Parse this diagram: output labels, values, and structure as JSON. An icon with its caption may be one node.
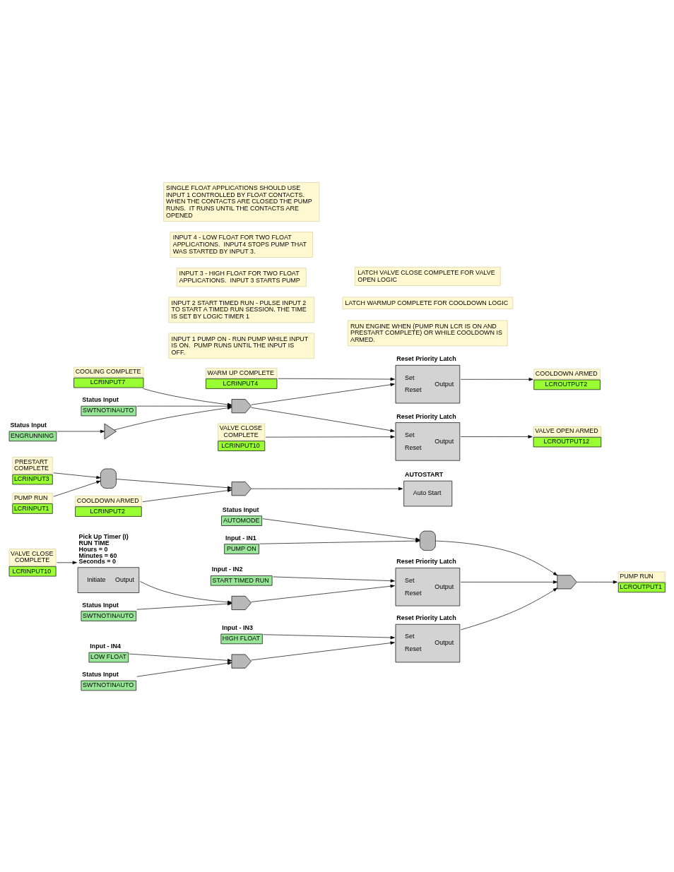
{
  "diagram": {
    "nodes": [
      {
        "text": [
          "Status Input",
          "AUTOMODE"
        ]
      },
      {
        "text": [
          "Input - IN1",
          "PUMP ON"
        ]
      },
      {
        "text": [],
        "shape": "and"
      },
      {
        "text": [
          "Pick Up Timer (I)",
          "RUN TIME",
          "Hours = 0",
          "Minutes = 60",
          "Seconds = 0",
          "Initiate",
          "Output"
        ]
      },
      {
        "text": [
          "VALVE CLOSE COMPLETE",
          "LCRINPUT10"
        ]
      },
      {
        "text": [
          "Input - IN2",
          "START TIMED RUN"
        ]
      },
      {
        "text": [
          "Status Input",
          "SWTNOTINAUTO"
        ]
      },
      {
        "text": [],
        "shape": "or"
      },
      {
        "text": [
          "Reset Priority Latch",
          "Set",
          "Reset",
          "Output"
        ]
      },
      {
        "text": [],
        "shape": "or"
      },
      {
        "text": [
          "PUMP RUN",
          "LCROUTPUT1"
        ]
      },
      {
        "text": [
          "Input - IN3",
          "HIGH FLOAT"
        ]
      },
      {
        "text": [
          "Input - IN4",
          "LOW FLOAT"
        ]
      },
      {
        "text": [
          "Status Input",
          "SWTNOTINAUTO"
        ]
      },
      {
        "text": [],
        "shape": "or"
      },
      {
        "text": [
          "Reset Priority Latch",
          "Set",
          "Reset",
          "Output"
        ]
      },
      {
        "text": [
          "PRESTART COMPLETE",
          "LCRINPUT3"
        ]
      },
      {
        "text": [
          "PUMP RUN",
          "LCRINPUT1"
        ]
      },
      {
        "text": [],
        "shape": "and"
      },
      {
        "text": [
          "COOLDOWN ARMED",
          "LCRINPUT2"
        ]
      },
      {
        "text": [],
        "shape": "or"
      },
      {
        "text": [
          "AUTOSTART",
          "Auto Start"
        ]
      },
      {
        "text": [
          "WARM UP COMPLETE",
          "LCRINPUT4"
        ]
      },
      {
        "text": [
          "Reset Priority Latch",
          "Set",
          "Reset",
          "Output"
        ]
      },
      {
        "text": [
          "COOLDOWN ARMED",
          "LCROUTPUT2"
        ]
      },
      {
        "text": [
          "COOLING COMPLETE",
          "LCRINPUT7"
        ]
      },
      {
        "text": [
          "Status Input",
          "SWTNOTINAUTO"
        ]
      },
      {
        "text": [
          "Status Input",
          "ENGRUNNING"
        ]
      },
      {
        "text": [],
        "shape": "not"
      },
      {
        "text": [],
        "shape": "or"
      },
      {
        "text": [
          "VALVE CLOSE COMPLETE",
          "LCRINPUT10"
        ]
      },
      {
        "text": [
          "Reset Priority Latch",
          "Set",
          "Reset",
          "Output"
        ]
      },
      {
        "text": [
          "VALVE OPEN ARMED",
          "LCROUTPUT12"
        ]
      }
    ],
    "edges": [
      {
        "from": 0,
        "to": 2,
        "arrow": "to"
      },
      {
        "from": 1,
        "to": 2,
        "arrow": "to"
      },
      {
        "from": 2,
        "to": 9,
        "arrow": "to"
      },
      {
        "from": 4,
        "to": 3,
        "arrow": "to"
      },
      {
        "from": 3,
        "to": 7,
        "arrow": "to"
      },
      {
        "from": 6,
        "to": 7,
        "arrow": "to"
      },
      {
        "from": 5,
        "to": 8,
        "arrow": "to"
      },
      {
        "from": 7,
        "to": 8,
        "arrow": "to"
      },
      {
        "from": 8,
        "to": 9,
        "arrow": "to"
      },
      {
        "from": 15,
        "to": 9,
        "arrow": "to"
      },
      {
        "from": 9,
        "to": 10,
        "arrow": "to"
      },
      {
        "from": 11,
        "to": 15,
        "arrow": "to"
      },
      {
        "from": 12,
        "to": 14,
        "arrow": "to"
      },
      {
        "from": 13,
        "to": 14,
        "arrow": "to"
      },
      {
        "from": 14,
        "to": 15,
        "arrow": "to"
      },
      {
        "from": 16,
        "to": 18,
        "arrow": "to"
      },
      {
        "from": 17,
        "to": 18,
        "arrow": "to"
      },
      {
        "from": 18,
        "to": 20,
        "arrow": "to"
      },
      {
        "from": 19,
        "to": 20,
        "arrow": "to"
      },
      {
        "from": 20,
        "to": 21,
        "arrow": "to"
      },
      {
        "from": 22,
        "to": 23,
        "arrow": "to"
      },
      {
        "from": 29,
        "to": 23,
        "arrow": "to"
      },
      {
        "from": 23,
        "to": 24,
        "arrow": "to"
      },
      {
        "from": 25,
        "to": 29,
        "arrow": "to"
      },
      {
        "from": 26,
        "to": 29,
        "arrow": "to"
      },
      {
        "from": 27,
        "to": 28,
        "arrow": "to"
      },
      {
        "from": 28,
        "to": 29,
        "arrow": "to"
      },
      {
        "from": 30,
        "to": 31,
        "arrow": "to"
      },
      {
        "from": 29,
        "to": 31,
        "arrow": "to"
      },
      {
        "from": 31,
        "to": 32,
        "arrow": "to"
      }
    ],
    "labels": [
      "INPUT 1 PUMP ON - RUN PUMP WHILE INPUT IS ON.  PUMP RUNS UNTIL THE INPUT IS OFF.",
      "INPUT 2 START TIMED RUN - PULSE INPUT 2  TO START A TIMED RUN SESSION. THE TIME IS SET BY LOGIC TIMER 1",
      "INPUT 3 - HIGH FLOAT FOR TWO FLOAT APPLICATIONS.  INPUT 3 STARTS PUMP",
      "INPUT 4 - LOW FLOAT FOR TWO FLOAT APPLICATIONS.  INPUT4 STOPS PUMP THAT WAS STARTED BY INPUT 3.",
      "SINGLE FLOAT APPLICATIONS SHOULD USE INPUT 1 CONTROLLED BY FLOAT CONTACTS. WHEN THE CONTACTS ARE CLOSED THE PUMP RUNS.  IT RUNS UNTIL THE CONTACTS ARE OPENED",
      "RUN ENGINE WHEN (PUMP RUN LCR IS ON AND PRESTART COMPLETE) OR WHILE COOLDOWN IS ARMED.",
      "LATCH WARMUP COMPLETE FOR COOLDOWN LOGIC",
      "LATCH VALVE CLOSE COMPLETE FOR VALVE OPEN LOGIC"
    ]
  }
}
